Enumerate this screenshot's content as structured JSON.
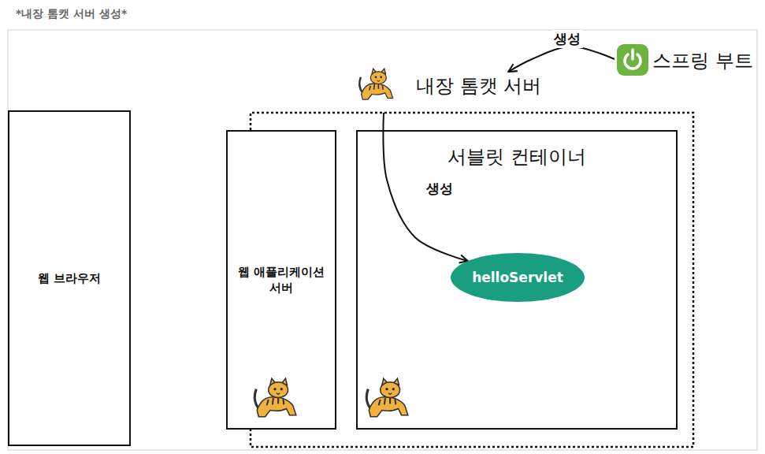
{
  "diagram": {
    "title": "*내장 톰캣 서버 생성*",
    "nodes": [
      {
        "text": [
          "스프링 부트"
        ]
      },
      {
        "text": [
          "웹 브라우저"
        ]
      },
      {
        "text": [
          "내장 톰캣 서버"
        ]
      },
      {
        "text": [
          "웹 애플리케이션 서버"
        ],
        "in": 2
      },
      {
        "text": [
          "서블릿 컨테이너"
        ],
        "in": 2
      },
      {
        "text": [
          "helloServlet"
        ],
        "in": 4
      }
    ],
    "edges": [
      {
        "from": 0,
        "to": 2,
        "label": "생성",
        "arrow": "to"
      },
      {
        "from": 2,
        "to": 5,
        "label": "생성",
        "arrow": "to"
      }
    ]
  }
}
